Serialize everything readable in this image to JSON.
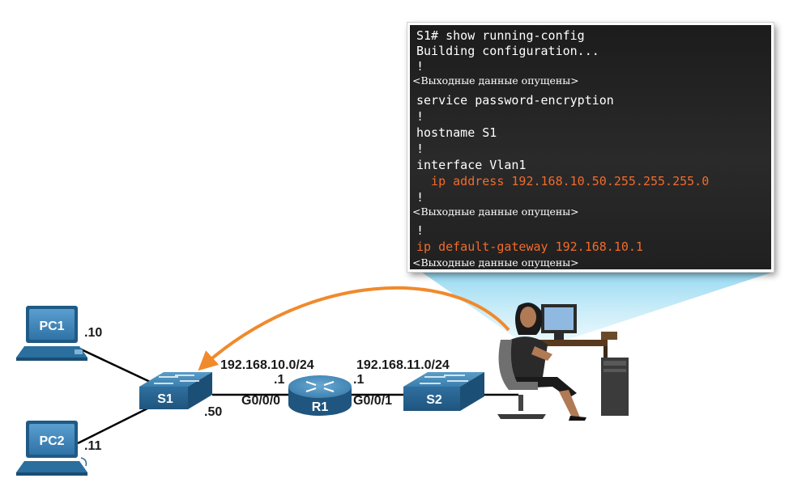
{
  "terminal": {
    "lines": [
      {
        "text": "S1# show running-config",
        "style": "normal"
      },
      {
        "text": "Building configuration...",
        "style": "normal"
      },
      {
        "text": "!",
        "style": "normal"
      },
      {
        "text": "<Выходные данные опущены>",
        "style": "note"
      },
      {
        "text": "service password-encryption",
        "style": "normal"
      },
      {
        "text": "!",
        "style": "normal"
      },
      {
        "text": "hostname S1",
        "style": "normal"
      },
      {
        "text": "!",
        "style": "normal"
      },
      {
        "text": "interface Vlan1",
        "style": "normal"
      },
      {
        "text": "  ip address 192.168.10.50.255.255.255.0",
        "style": "highlight"
      },
      {
        "text": "!",
        "style": "normal"
      },
      {
        "text": "<Выходные данные опущены>",
        "style": "note"
      },
      {
        "text": "!",
        "style": "normal"
      },
      {
        "text": "ip default-gateway 192.168.10.1",
        "style": "highlight"
      },
      {
        "text": "<Выходные данные опущены>",
        "style": "note"
      }
    ],
    "highlight_color": "#f26b2a"
  },
  "devices": {
    "pc1": {
      "label": "PC1",
      "ip_suffix": ".10"
    },
    "pc2": {
      "label": "PC2",
      "ip_suffix": ".11"
    },
    "s1": {
      "label": "S1",
      "ip_suffix": ".50"
    },
    "r1": {
      "label": "R1"
    },
    "s2": {
      "label": "S2"
    }
  },
  "networks": {
    "left": {
      "subnet": "192.168.10.0/24",
      "host": ".1",
      "interface": "G0/0/0"
    },
    "right": {
      "subnet": "192.168.11.0/24",
      "host": ".1",
      "interface": "G0/0/1"
    }
  },
  "colors": {
    "device_blue": "#2a6f9e",
    "arrow": "#f08a2c",
    "beam": "#9fdcf2"
  }
}
